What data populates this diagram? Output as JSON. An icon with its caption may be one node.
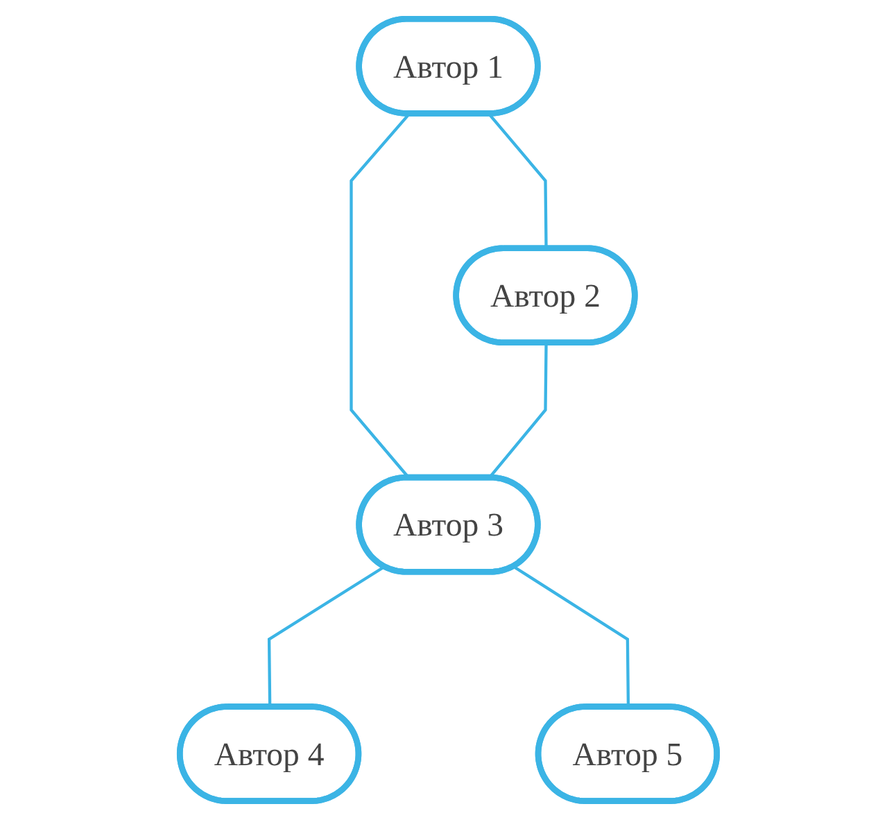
{
  "diagram": {
    "nodes": [
      {
        "text": [
          "Автор 1"
        ]
      },
      {
        "text": [
          "Автор 2"
        ]
      },
      {
        "text": [
          "Автор 3"
        ]
      },
      {
        "text": [
          "Автор 4"
        ]
      },
      {
        "text": [
          "Автор 5"
        ]
      }
    ],
    "edges": [
      {
        "from": 0,
        "to": 1,
        "arrow": "none"
      },
      {
        "from": 0,
        "to": 2,
        "arrow": "none"
      },
      {
        "from": 1,
        "to": 2,
        "arrow": "none"
      },
      {
        "from": 2,
        "to": 3,
        "arrow": "none"
      },
      {
        "from": 2,
        "to": 4,
        "arrow": "none"
      }
    ]
  }
}
